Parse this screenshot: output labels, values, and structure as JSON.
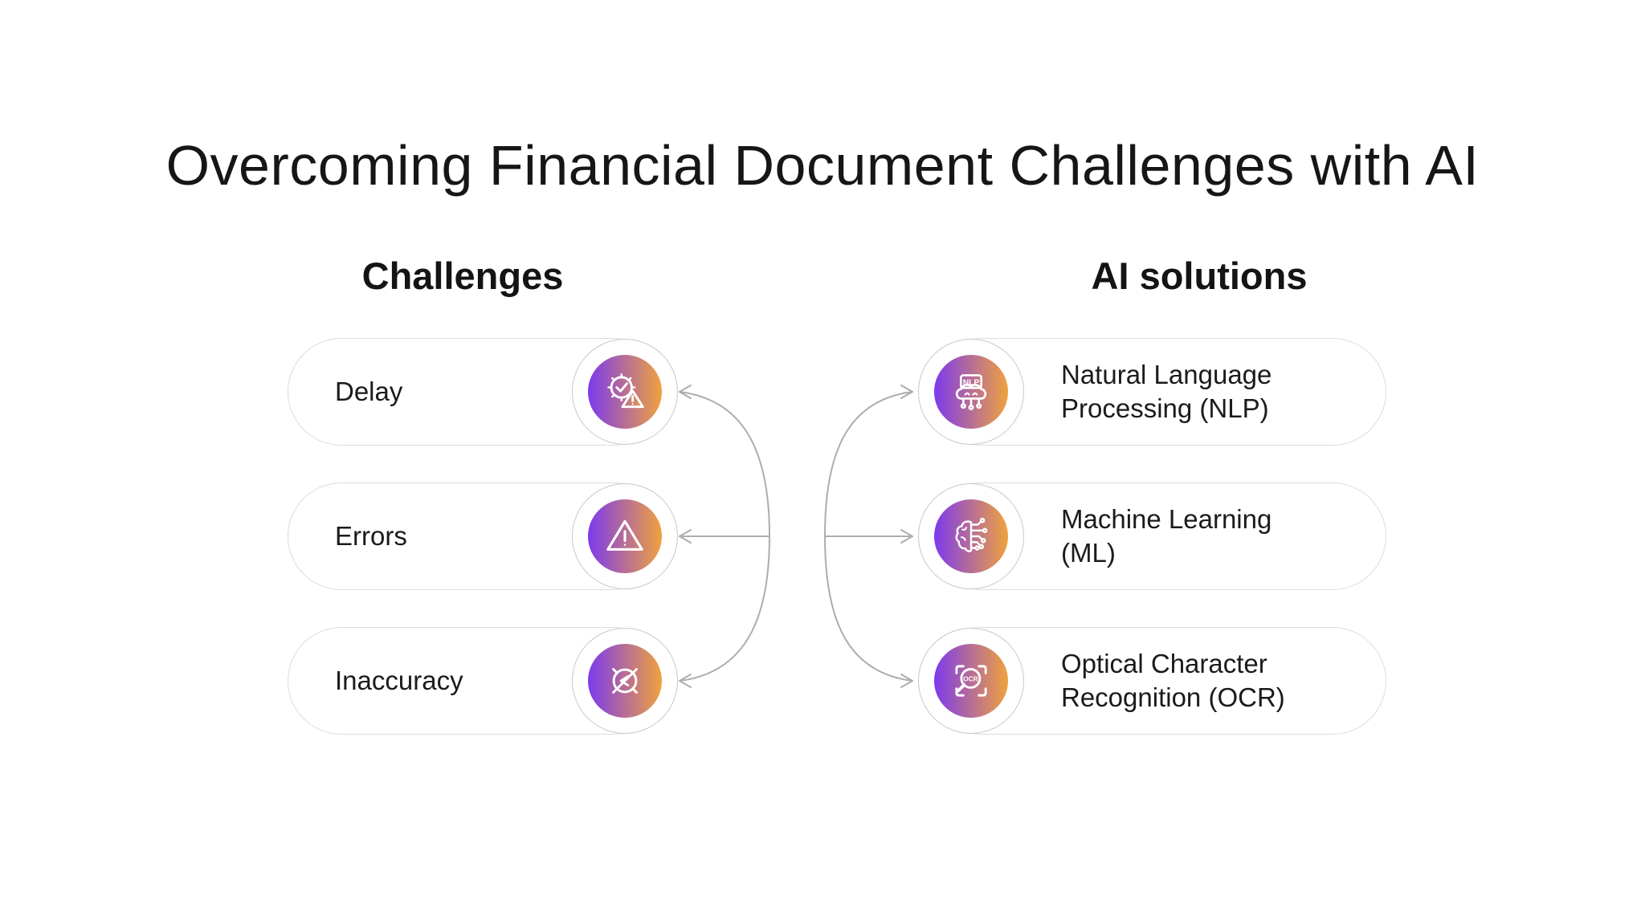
{
  "title": "Overcoming Financial Document Challenges with AI",
  "challenges": {
    "header": "Challenges",
    "items": [
      {
        "label": "Delay",
        "icon": "delayed-clock-warning-icon"
      },
      {
        "label": "Errors",
        "icon": "warning-triangle-icon"
      },
      {
        "label": "Inaccuracy",
        "icon": "target-slash-icon"
      }
    ]
  },
  "solutions": {
    "header": "AI solutions",
    "items": [
      {
        "label": "Natural Language Processing (NLP)",
        "icon": "nlp-sign-brain-icon",
        "icon_text": "NLP"
      },
      {
        "label": "Machine Learning (ML)",
        "icon": "brain-circuit-icon"
      },
      {
        "label": "Optical Character Recognition (OCR)",
        "icon": "ocr-magnifier-icon",
        "icon_text": "OCR"
      }
    ]
  },
  "colors": {
    "gradient_start": "#7C3AED",
    "gradient_end": "#F0A23E",
    "connector_line": "#ADADAD",
    "pill_border": "#DCDCDC",
    "ring_border": "#C8C8C8",
    "text": "#1B1B1B",
    "background": "#FFFFFF"
  }
}
